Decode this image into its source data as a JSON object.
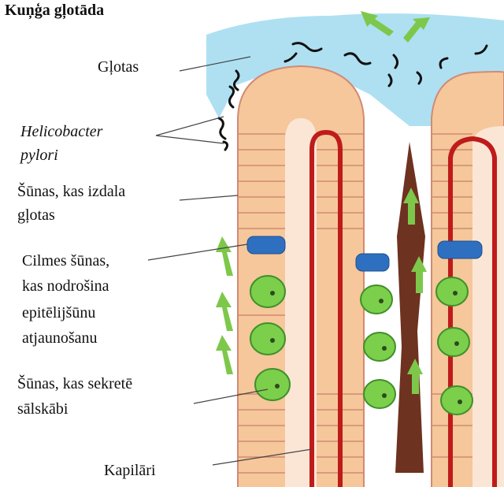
{
  "title": "Kuņģa gļotāda",
  "labels": {
    "mucus": "Gļotas",
    "hp_line1": "Helicobacter",
    "hp_line2": "pylori",
    "mucous_line1": "Šūnas, kas izdala",
    "mucous_line2": "gļotas",
    "stem_line1": "Cilmes šūnas,",
    "stem_line2": "kas nodrošina",
    "stem_line3": "epitēlijšūnu",
    "stem_line4": "atjaunošanu",
    "parietal_line1": "Šūnas, kas sekretē",
    "parietal_line2": "sālskābi",
    "capillaries": "Kapilāri"
  },
  "colors": {
    "mucus": "#aee0f2",
    "epithelium": "#f5c79a",
    "cell_outline": "#d28a74",
    "capillary": "#bf1b1b",
    "lumen": "#6e3220",
    "stem_cell": "#2f6fc0",
    "parietal_cell": "#7ccf4a",
    "arrow": "#7dc84a",
    "bacteria": "#111111"
  }
}
